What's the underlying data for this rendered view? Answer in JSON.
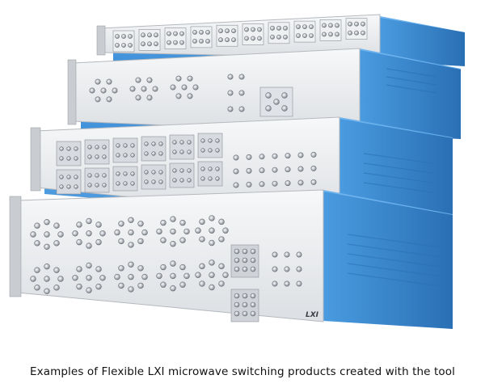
{
  "photo": {
    "caption": "Examples of Flexible LXI microwave switching products created with the tool",
    "badge_text": "LXI",
    "colors": {
      "chassis_blue": "#3b8ed8",
      "chassis_blue_dark": "#2a6fb4",
      "panel_silver": "#e9ebee",
      "ear_grey": "#c9ccd0",
      "connector_gold": "#c9a54a"
    },
    "units": [
      {
        "name": "top-switch-unit",
        "layout": "relay-rows"
      },
      {
        "name": "second-switch-unit",
        "layout": "rotary-switches"
      },
      {
        "name": "third-switch-unit",
        "layout": "module-blocks"
      },
      {
        "name": "bottom-switch-unit",
        "layout": "multiplexer"
      }
    ]
  }
}
